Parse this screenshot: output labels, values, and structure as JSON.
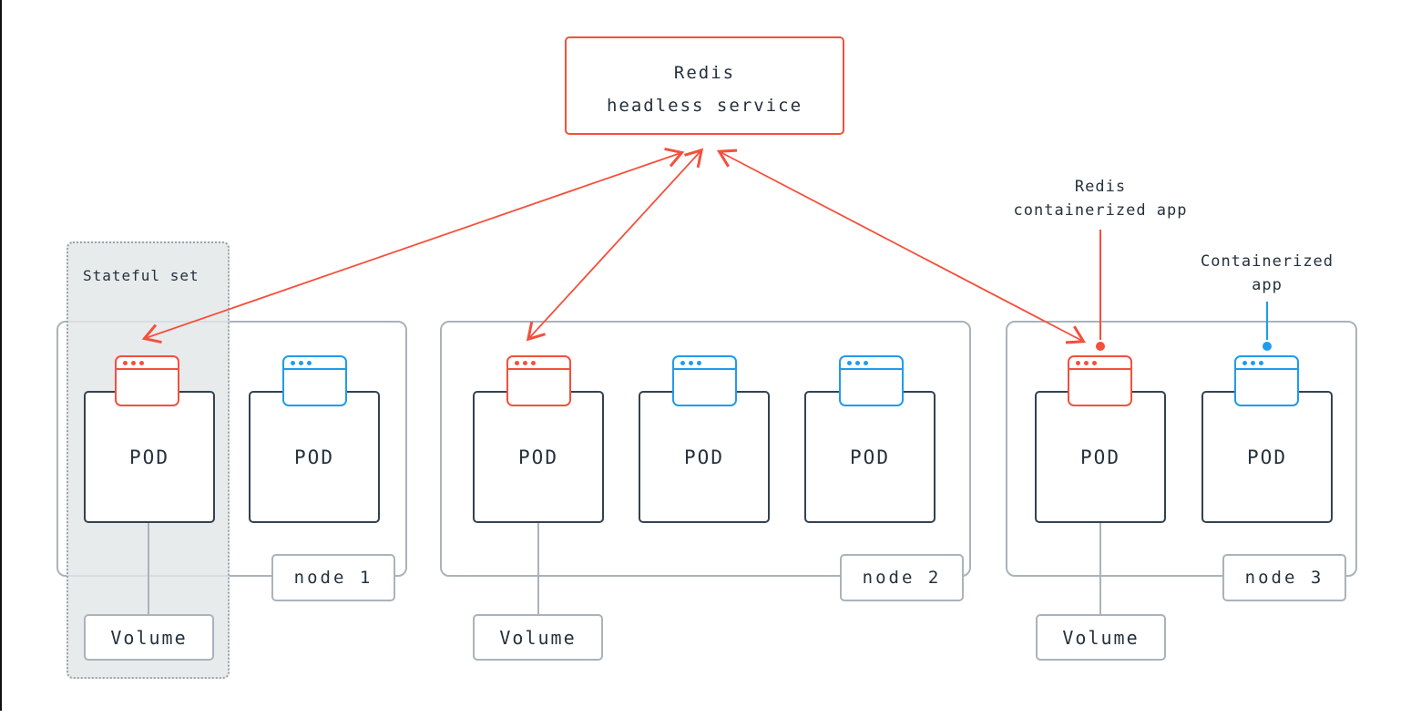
{
  "service": {
    "line1": "Redis",
    "line2": "headless service"
  },
  "stateful_set_label": "Stateful set",
  "labels": {
    "pod": "POD",
    "volume": "Volume"
  },
  "nodes": [
    {
      "label": "node 1"
    },
    {
      "label": "node 2"
    },
    {
      "label": "node 3"
    }
  ],
  "annotations": {
    "redis_app": {
      "line1": "Redis",
      "line2": "containerized app"
    },
    "containerized_app": {
      "line1": "Containerized",
      "line2": "app"
    }
  },
  "icons": {
    "redis_pod_icon": "red-app-window-icon",
    "generic_pod_icon": "blue-app-window-icon",
    "arrow": "double-headed-red-arrow"
  },
  "colors": {
    "red": "#f4503c",
    "blue": "#1f9ceb",
    "navy": "#25313c",
    "border_gray": "#aab3bb",
    "pod_border": "#334250",
    "stateful_fill": "#e3e6e8",
    "left_edge": "#111111"
  }
}
